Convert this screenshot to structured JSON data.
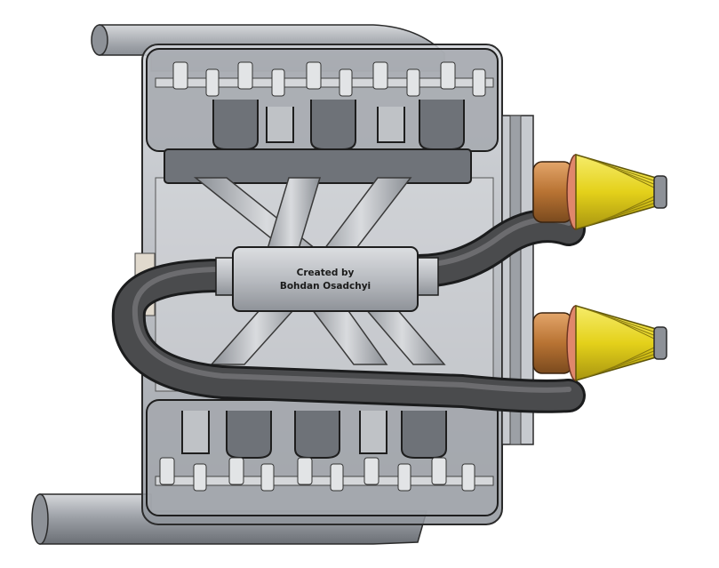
{
  "image": {
    "subject": "engine-render",
    "background_color": "#ffffff"
  },
  "nameplate": {
    "line1": "Created by",
    "line2": "Bohdan Osadchyi"
  },
  "colors": {
    "block_translucent": "#bfc3c9",
    "intake_hose": "#3a3b3d",
    "air_filter_yellow": "#e4d11a",
    "air_filter_rim": "#e0876c",
    "filter_base_bronze": "#b87333",
    "pipe_gray": "#9ea2a8"
  }
}
